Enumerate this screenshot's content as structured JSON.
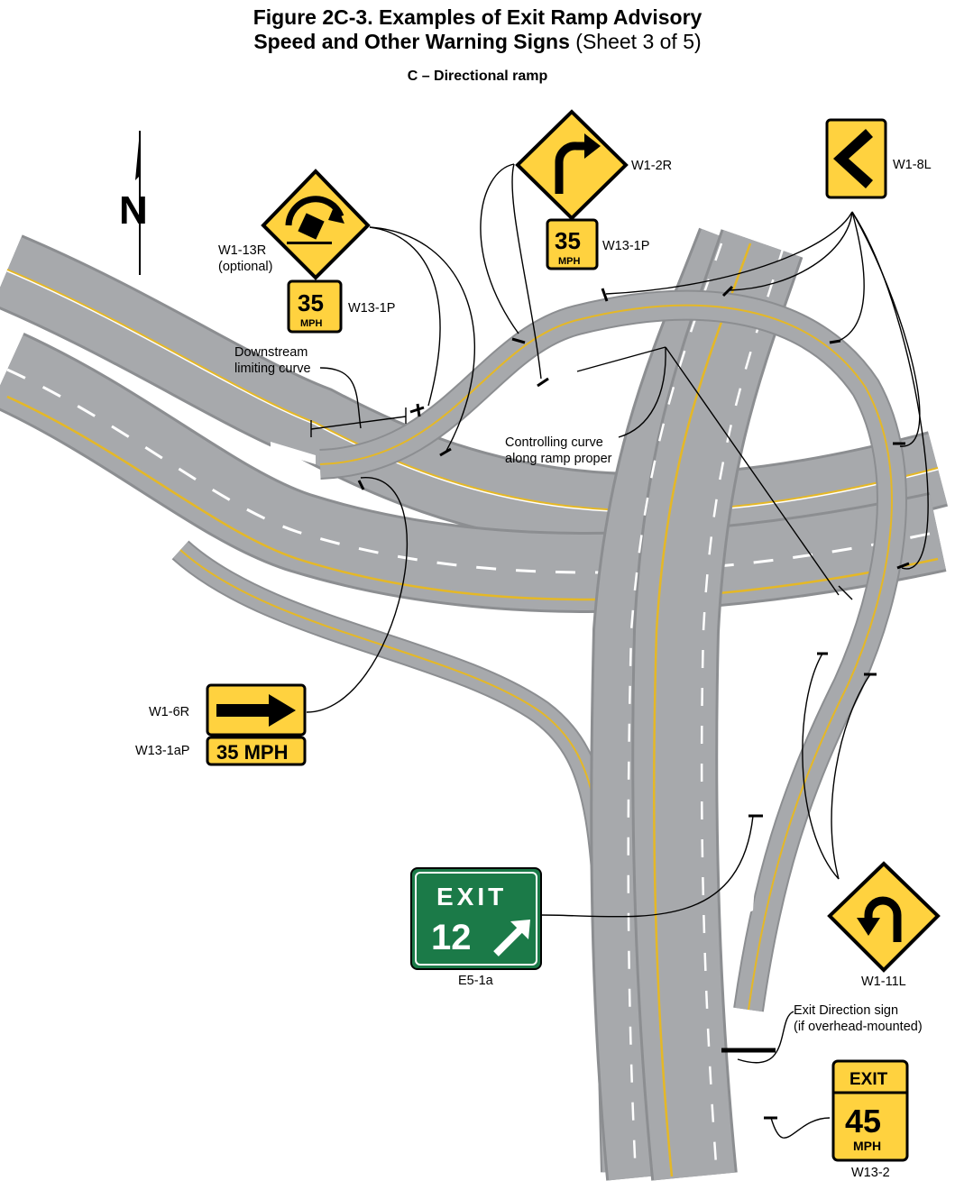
{
  "figure": {
    "title_bold": "Figure 2C-3.  Examples of Exit Ramp Advisory",
    "title_bold_2": "Speed and Other Warning Signs",
    "title_suffix": " (Sheet 3 of 5)",
    "subtitle": "C – Directional ramp"
  },
  "north_arrow": {
    "label": "N"
  },
  "annotations": {
    "downstream_1": "Downstream",
    "downstream_2": "limiting curve",
    "controlling_1": "Controlling curve",
    "controlling_2": "along ramp proper",
    "exit_dir_1": "Exit Direction sign",
    "exit_dir_2": "(if overhead-mounted)"
  },
  "signs": {
    "w1_13r": {
      "code": "W1-13R",
      "note": "(optional)"
    },
    "w13_1p_left": {
      "code": "W13-1P",
      "speed": "35",
      "unit": "MPH"
    },
    "w1_2r": {
      "code": "W1-2R"
    },
    "w13_1p_top": {
      "code": "W13-1P",
      "speed": "35",
      "unit": "MPH"
    },
    "w1_8l": {
      "code": "W1-8L"
    },
    "w1_6r": {
      "code": "W1-6R"
    },
    "w13_1ap": {
      "code": "W13-1aP",
      "text": "35 MPH"
    },
    "e5_1a": {
      "code": "E5-1a",
      "line1": "EXIT",
      "line2": "12"
    },
    "w1_11l": {
      "code": "W1-11L"
    },
    "w13_2": {
      "code": "W13-2",
      "line1": "EXIT",
      "speed": "45",
      "unit": "MPH"
    }
  },
  "colors": {
    "warning_yellow": "#FFD23F",
    "guide_green": "#1B7A48",
    "road_gray": "#A7A9AC",
    "road_edge": "#8C8E91",
    "center_yellow": "#E5B826"
  }
}
